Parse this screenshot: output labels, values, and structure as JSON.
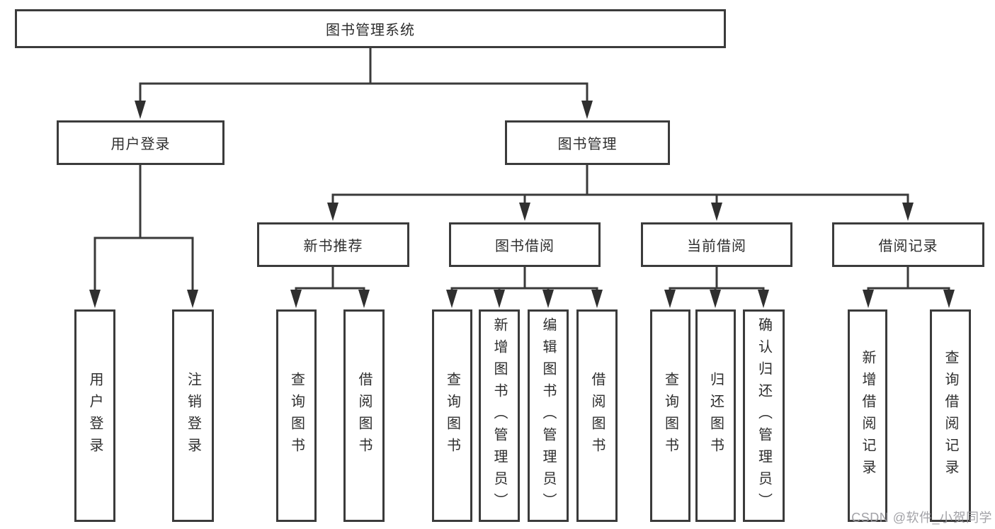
{
  "tree": {
    "label": "图书管理系统",
    "children": [
      {
        "label": "用户登录",
        "children": [
          {
            "label": "用户登录"
          },
          {
            "label": "注销登录"
          }
        ]
      },
      {
        "label": "图书管理",
        "children": [
          {
            "label": "新书推荐",
            "children": [
              {
                "label": "查询图书"
              },
              {
                "label": "借阅图书"
              }
            ]
          },
          {
            "label": "图书借阅",
            "children": [
              {
                "label": "查询图书"
              },
              {
                "label": "新增图书（管理员）"
              },
              {
                "label": "编辑图书（管理员）"
              },
              {
                "label": "借阅图书"
              }
            ]
          },
          {
            "label": "当前借阅",
            "children": [
              {
                "label": "查询图书"
              },
              {
                "label": "归还图书"
              },
              {
                "label": "确认归还（管理员）"
              }
            ]
          },
          {
            "label": "借阅记录",
            "children": [
              {
                "label": "新增借阅记录"
              },
              {
                "label": "查询借阅记录"
              }
            ]
          }
        ]
      }
    ]
  },
  "watermark": {
    "text": "CSDN @软件_小贺同学"
  },
  "colors": {
    "line": "#3a3a3a",
    "arrowhead": "#2f2f2f",
    "box_border": "#3b3b3b",
    "box_fill": "#ffffff",
    "text": "#2e2e2e",
    "watermark_text": "#9b9ba0",
    "background": "#ffffff"
  }
}
